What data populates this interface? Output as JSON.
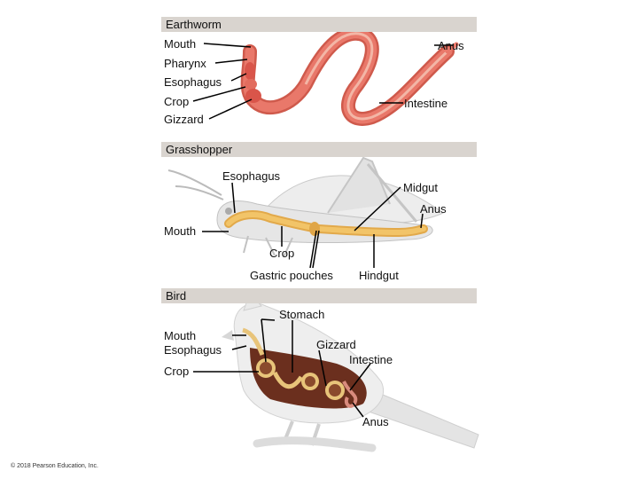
{
  "sections": {
    "earthworm": {
      "title": "Earthworm",
      "labels": {
        "mouth": "Mouth",
        "pharynx": "Pharynx",
        "esophagus": "Esophagus",
        "crop": "Crop",
        "gizzard": "Gizzard",
        "anus": "Anus",
        "intestine": "Intestine"
      }
    },
    "grasshopper": {
      "title": "Grasshopper",
      "labels": {
        "esophagus": "Esophagus",
        "midgut": "Midgut",
        "anus": "Anus",
        "mouth": "Mouth",
        "crop": "Crop",
        "gastric_pouches": "Gastric pouches",
        "hindgut": "Hindgut"
      }
    },
    "bird": {
      "title": "Bird",
      "labels": {
        "stomach": "Stomach",
        "mouth": "Mouth",
        "esophagus": "Esophagus",
        "gizzard": "Gizzard",
        "intestine": "Intestine",
        "crop": "Crop",
        "anus": "Anus"
      }
    }
  },
  "copyright": "© 2018 Pearson Education, Inc.",
  "colors": {
    "section_bar": "#d9d4cf",
    "earthworm_body": "#e9786a",
    "earthworm_gut": "#f3b6a6",
    "grasshopper_body": "#e6e6e6",
    "grasshopper_gut": "#f2c468",
    "bird_body": "#eeeeee",
    "bird_cavity": "#6b2f1e",
    "bird_gut": "#e8c47a"
  }
}
